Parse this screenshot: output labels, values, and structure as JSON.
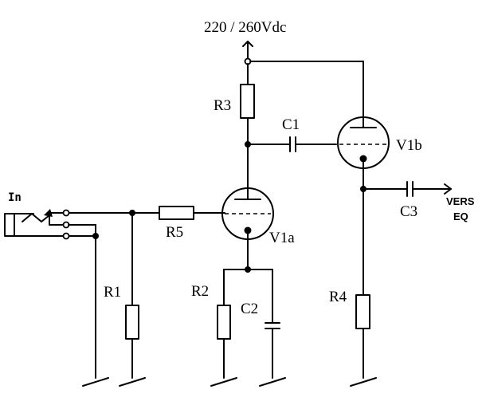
{
  "supply_label": "220 / 260Vdc",
  "input_label": "In",
  "output_label_line1": "VERS",
  "output_label_line2": "EQ",
  "components": {
    "R1": "R1",
    "R2": "R2",
    "R3": "R3",
    "R4": "R4",
    "R5": "R5",
    "C1": "C1",
    "C2": "C2",
    "C3": "C3",
    "V1a": "V1a",
    "V1b": "V1b"
  }
}
